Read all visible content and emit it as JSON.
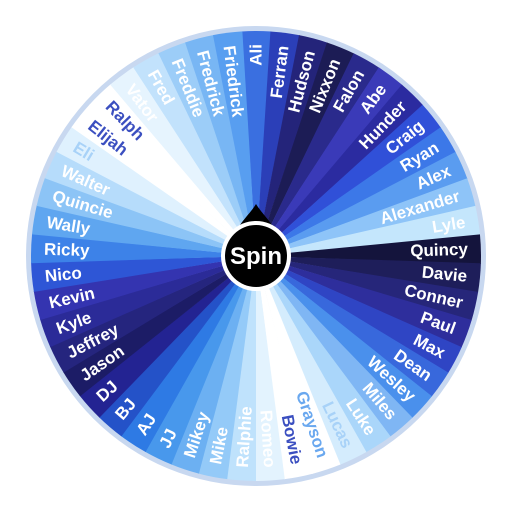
{
  "wheel": {
    "spin_label": "Spin",
    "rim_color": "#c8d8f0",
    "center_color": "#000000",
    "segments": [
      {
        "label": "Ali",
        "color": "#3a6fe0",
        "text": "#ffffff"
      },
      {
        "label": "Ferran",
        "color": "#2b3fb8",
        "text": "#ffffff"
      },
      {
        "label": "Hudson",
        "color": "#24247a",
        "text": "#ffffff"
      },
      {
        "label": "Nixxon",
        "color": "#1c1c55",
        "text": "#ffffff"
      },
      {
        "label": "Falon",
        "color": "#2a2a8c",
        "text": "#ffffff"
      },
      {
        "label": "Abe",
        "color": "#3a3ab8",
        "text": "#ffffff"
      },
      {
        "label": "Hunder",
        "color": "#2b2ba0",
        "text": "#ffffff"
      },
      {
        "label": "Craig",
        "color": "#3050d8",
        "text": "#ffffff"
      },
      {
        "label": "Ryan",
        "color": "#3c78e8",
        "text": "#ffffff"
      },
      {
        "label": "Alex",
        "color": "#5a9cf0",
        "text": "#ffffff"
      },
      {
        "label": "Alexander",
        "color": "#8ec4f8",
        "text": "#ffffff"
      },
      {
        "label": "Lyle",
        "color": "#c4e6fc",
        "text": "#ffffff"
      },
      {
        "label": "Quincy",
        "color": "#14143c",
        "text": "#ffffff"
      },
      {
        "label": "Davie",
        "color": "#1e1e5a",
        "text": "#ffffff"
      },
      {
        "label": "Conner",
        "color": "#26267a",
        "text": "#ffffff"
      },
      {
        "label": "Paul",
        "color": "#2e2e9c",
        "text": "#ffffff"
      },
      {
        "label": "Max",
        "color": "#2f45c4",
        "text": "#ffffff"
      },
      {
        "label": "Dean",
        "color": "#3868dc",
        "text": "#ffffff"
      },
      {
        "label": "Wesley",
        "color": "#4a90ec",
        "text": "#ffffff"
      },
      {
        "label": "Miles",
        "color": "#7fb6f4",
        "text": "#ffffff"
      },
      {
        "label": "Luke",
        "color": "#aad6fa",
        "text": "#ffffff"
      },
      {
        "label": "Lucas",
        "color": "#d4ecfd",
        "text": "#a8d2f8"
      },
      {
        "label": "Grayson",
        "color": "#ffffff",
        "text": "#6aa8ef"
      },
      {
        "label": "Bowie",
        "color": "#ffffff",
        "text": "#3b4fc0"
      },
      {
        "label": "Romeo",
        "color": "#e3f3fe",
        "text": "#ffffff"
      },
      {
        "label": "Ralphie",
        "color": "#bfe2fc",
        "text": "#ffffff"
      },
      {
        "label": "Mike",
        "color": "#94caf8",
        "text": "#ffffff"
      },
      {
        "label": "Mikey",
        "color": "#6cb0f2",
        "text": "#ffffff"
      },
      {
        "label": "JJ",
        "color": "#4898ec",
        "text": "#ffffff"
      },
      {
        "label": "AJ",
        "color": "#2e7ae4",
        "text": "#ffffff"
      },
      {
        "label": "BJ",
        "color": "#2452c8",
        "text": "#ffffff"
      },
      {
        "label": "DJ",
        "color": "#232392",
        "text": "#ffffff"
      },
      {
        "label": "Jason",
        "color": "#1c1c66",
        "text": "#ffffff"
      },
      {
        "label": "Jeffrey",
        "color": "#25257e",
        "text": "#ffffff"
      },
      {
        "label": "Kyle",
        "color": "#2b2b98",
        "text": "#ffffff"
      },
      {
        "label": "Kevin",
        "color": "#3434b0",
        "text": "#ffffff"
      },
      {
        "label": "Nico",
        "color": "#2e56d6",
        "text": "#ffffff"
      },
      {
        "label": "Ricky",
        "color": "#3d82e8",
        "text": "#ffffff"
      },
      {
        "label": "Wally",
        "color": "#5fa6f0",
        "text": "#ffffff"
      },
      {
        "label": "Quincie",
        "color": "#8cc4f6",
        "text": "#ffffff"
      },
      {
        "label": "Walter",
        "color": "#b6dcfb",
        "text": "#ffffff"
      },
      {
        "label": "Eli",
        "color": "#dff1fe",
        "text": "#a8d2f8"
      },
      {
        "label": "Elijah",
        "color": "#ffffff",
        "text": "#3b4fc0"
      },
      {
        "label": "Ralph",
        "color": "#ffffff",
        "text": "#3b4fc0"
      },
      {
        "label": "Vator",
        "color": "#e6f4fe",
        "text": "#ffffff"
      },
      {
        "label": "Fred",
        "color": "#c2e2fc",
        "text": "#ffffff"
      },
      {
        "label": "Freddie",
        "color": "#9ccdf8",
        "text": "#ffffff"
      },
      {
        "label": "Fredrick",
        "color": "#78b6f4",
        "text": "#ffffff"
      },
      {
        "label": "Friedrick",
        "color": "#589ef0",
        "text": "#ffffff"
      }
    ]
  }
}
